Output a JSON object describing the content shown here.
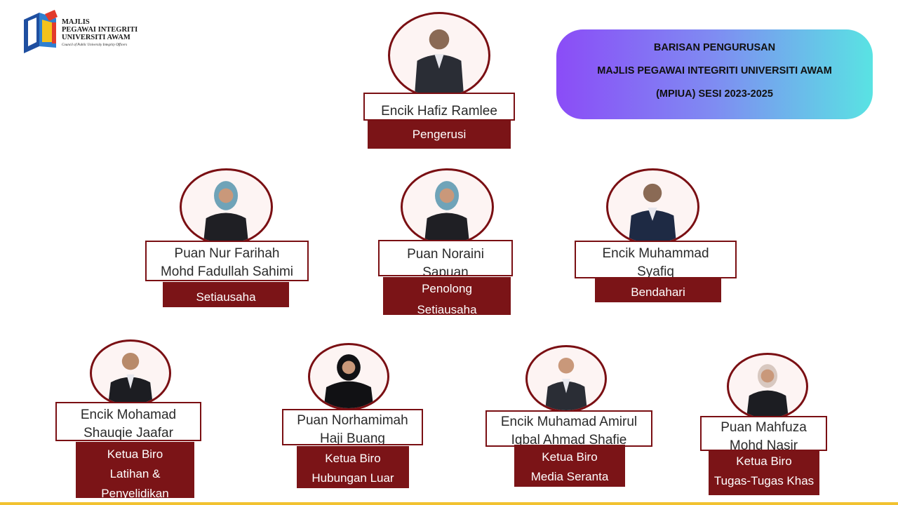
{
  "logo": {
    "line1": "MAJLIS",
    "line2": "PEGAWAI INTEGRITI",
    "line3": "UNIVERSITI AWAM",
    "tagline": "Council of Public University Integrity Officers"
  },
  "banner": {
    "line1": "BARISAN PENGURUSAN",
    "line2": "MAJLIS PEGAWAI INTEGRITI UNIVERSITI AWAM",
    "line3": "(MPIUA) SESI 2023-2025"
  },
  "members": {
    "chair": {
      "name": [
        "Encik Hafiz Ramlee"
      ],
      "role": [
        "Pengerusi"
      ]
    },
    "secretary": {
      "name": [
        "Puan Nur Farihah",
        "Mohd Fadullah Sahimi"
      ],
      "role": [
        "Setiausaha"
      ]
    },
    "asst_secretary": {
      "name": [
        "Puan Noraini",
        "Sapuan"
      ],
      "role": [
        "Penolong",
        "Setiausaha"
      ]
    },
    "treasurer": {
      "name": [
        "Encik Muhammad",
        "Syafiq"
      ],
      "role": [
        "Bendahari"
      ]
    },
    "bureau_training": {
      "name": [
        "Encik Mohamad",
        "Shauqie  Jaafar"
      ],
      "role": [
        "Ketua Biro",
        "Latihan &",
        "Penyelidikan"
      ]
    },
    "bureau_relations": {
      "name": [
        "Puan Norhamimah",
        "Haji Buang"
      ],
      "role": [
        "Ketua Biro",
        "Hubungan Luar"
      ]
    },
    "bureau_media": {
      "name": [
        "Encik Muhamad Amirul",
        "Iqbal Ahmad Shafie"
      ],
      "role": [
        "Ketua Biro",
        "Media Seranta"
      ]
    },
    "bureau_special": {
      "name": [
        "Puan Mahfuza",
        "Mohd Nasir"
      ],
      "role": [
        "Ketua Biro",
        "Tugas-Tugas Khas"
      ]
    }
  },
  "colors": {
    "accent": "#7b1417",
    "banner_start": "#8b4cf7",
    "banner_end": "#59e3e3",
    "bottom_line": "#f2c230"
  }
}
